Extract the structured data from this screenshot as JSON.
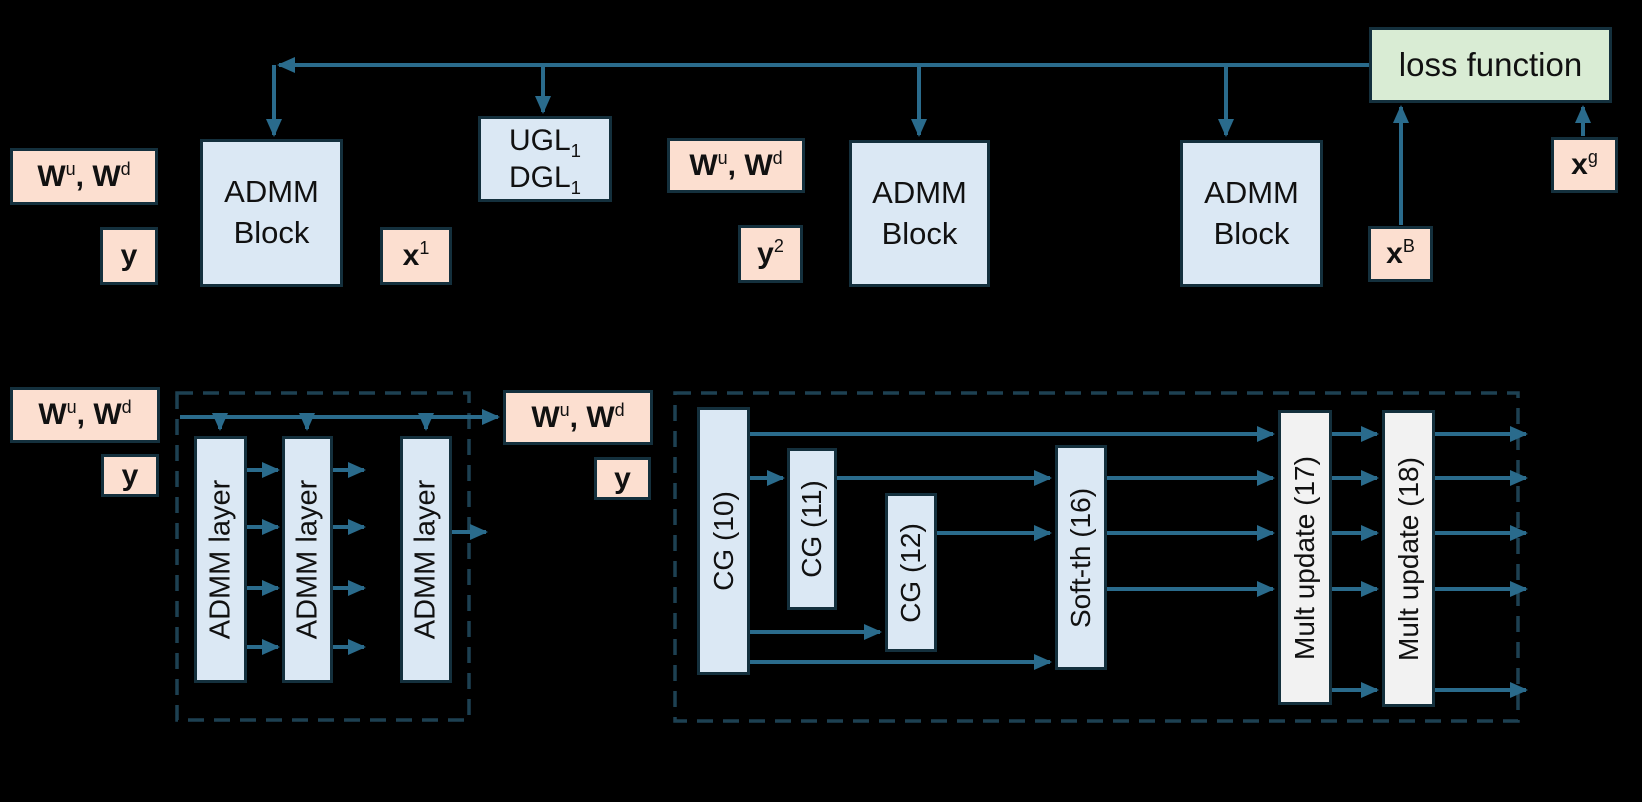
{
  "colors": {
    "background": "#000000",
    "arrow": "#2a6b8c",
    "box_border": "#14303d",
    "dashed_border": "#1d4152",
    "peach_fill": "#fcdfd0",
    "blue_fill": "#dbe8f4",
    "green_fill": "#d9ecd4",
    "gray_fill": "#f2f2f2"
  },
  "top_row": {
    "weights1": {
      "t1": "W",
      "sup1": "u",
      "t2": ", W",
      "sup2": "d"
    },
    "y1": "y",
    "admm_block1": {
      "line1": "ADMM",
      "line2": "Block"
    },
    "x1": {
      "t": "x",
      "sup": "1"
    },
    "ugl_dgl": {
      "l1": "UGL",
      "l1sub": "1",
      "l2": "DGL",
      "l2sub": "1"
    },
    "weights2": {
      "t1": "W",
      "sup1": "u",
      "t2": ", W",
      "sup2": "d"
    },
    "y2": {
      "t": "y",
      "sup": "2"
    },
    "admm_block2": {
      "line1": "ADMM",
      "line2": "Block"
    },
    "admm_block3": {
      "line1": "ADMM",
      "line2": "Block"
    },
    "xB": {
      "t": "x",
      "sup": "B"
    },
    "loss_function": "loss function",
    "xg": {
      "t": "x",
      "sup": "g"
    }
  },
  "admm_block_detail": {
    "weights_in": {
      "t1": "W",
      "sup1": "u",
      "t2": ", W",
      "sup2": "d"
    },
    "y_in": "y",
    "layer1": "ADMM layer",
    "layer2": "ADMM layer",
    "layer3": "ADMM layer",
    "weights_out": {
      "t1": "W",
      "sup1": "u",
      "t2": ", W",
      "sup2": "d"
    },
    "y_out": "y"
  },
  "admm_layer_detail": {
    "cg10": "CG (10)",
    "cg11": "CG (11)",
    "cg12": "CG (12)",
    "soft_th": "Soft-th (16)",
    "mult_update17": "Mult update (17)",
    "mult_update18": "Mult update (18)"
  }
}
